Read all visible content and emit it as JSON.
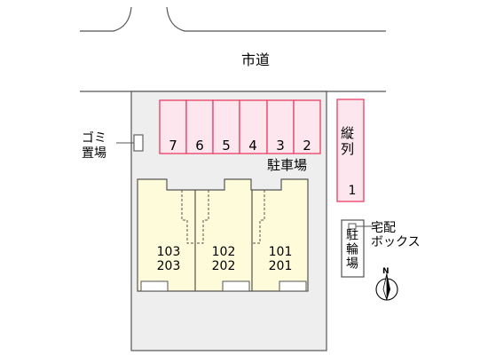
{
  "road": {
    "label": "市道"
  },
  "garbage": {
    "line1": "ゴミ",
    "line2": "置場"
  },
  "parking": {
    "label": "駐車場",
    "slots": [
      "7",
      "6",
      "5",
      "4",
      "3",
      "2"
    ],
    "vertical_label": "縦列",
    "vertical_number": "1"
  },
  "delivery_box": {
    "line1": "宅配",
    "line2": "ボックス"
  },
  "bicycle_parking": {
    "label": "駐輪場"
  },
  "units": [
    {
      "upper": "103",
      "lower": "203"
    },
    {
      "upper": "102",
      "lower": "202"
    },
    {
      "upper": "101",
      "lower": "201"
    }
  ],
  "compass": {
    "label": "N"
  },
  "colors": {
    "parking_stroke": "#e8305a",
    "parking_fill": "#fde6ee",
    "building_fill": "#fdfbd9",
    "site_fill": "#eeeeee",
    "line": "#555555"
  }
}
